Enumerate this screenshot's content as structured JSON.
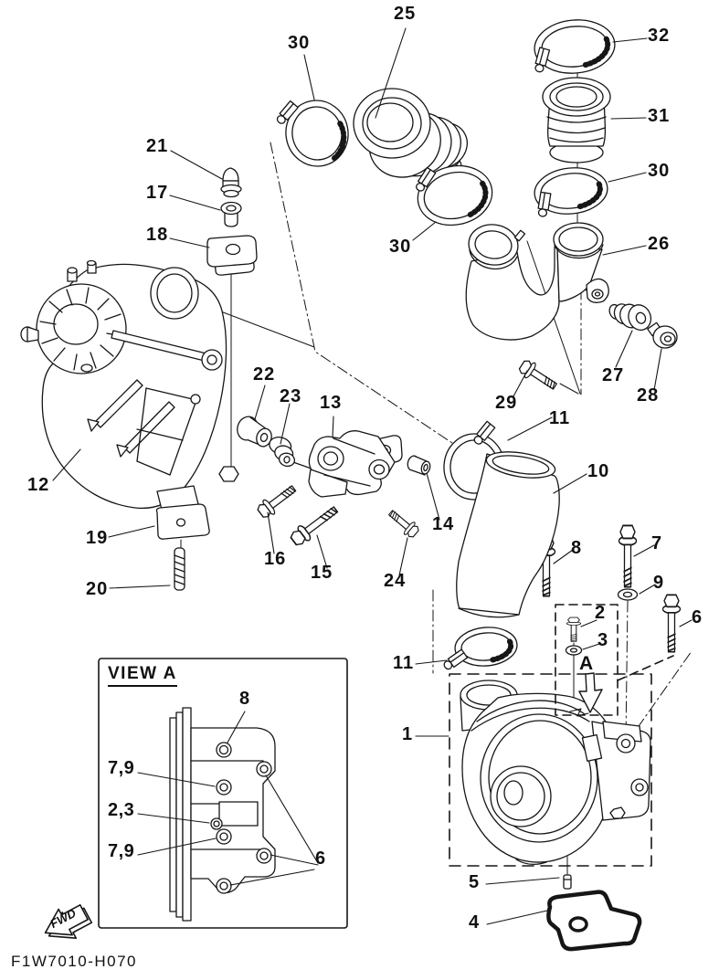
{
  "diagram": {
    "footer_code": "F1W7010-H070",
    "fwd_label": "FWD",
    "section_arrow_label": "A",
    "colors": {
      "line": "#161616",
      "background": "#ffffff"
    }
  },
  "view_a": {
    "title": "VIEW A",
    "labels": [
      {
        "text": "8"
      },
      {
        "text": "7,9"
      },
      {
        "text": "2,3"
      },
      {
        "text": "7,9"
      },
      {
        "text": "6"
      }
    ]
  },
  "callouts": [
    {
      "text": "25"
    },
    {
      "text": "30"
    },
    {
      "text": "32"
    },
    {
      "text": "31"
    },
    {
      "text": "30"
    },
    {
      "text": "26"
    },
    {
      "text": "21"
    },
    {
      "text": "17"
    },
    {
      "text": "18"
    },
    {
      "text": "30"
    },
    {
      "text": "22"
    },
    {
      "text": "23"
    },
    {
      "text": "13"
    },
    {
      "text": "12"
    },
    {
      "text": "14"
    },
    {
      "text": "16"
    },
    {
      "text": "15"
    },
    {
      "text": "24"
    },
    {
      "text": "29"
    },
    {
      "text": "27"
    },
    {
      "text": "28"
    },
    {
      "text": "11"
    },
    {
      "text": "10"
    },
    {
      "text": "8"
    },
    {
      "text": "7"
    },
    {
      "text": "9"
    },
    {
      "text": "6"
    },
    {
      "text": "2"
    },
    {
      "text": "3"
    },
    {
      "text": "A"
    },
    {
      "text": "11"
    },
    {
      "text": "1"
    },
    {
      "text": "19"
    },
    {
      "text": "20"
    },
    {
      "text": "5"
    },
    {
      "text": "4"
    }
  ]
}
